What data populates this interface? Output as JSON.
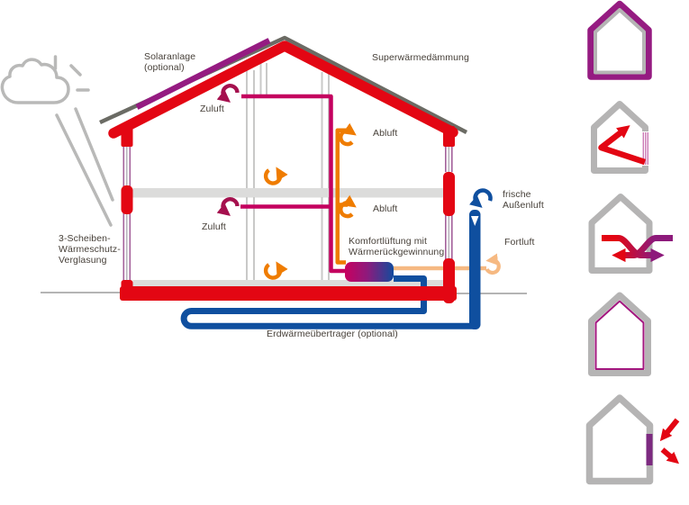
{
  "diagram": {
    "title_labels": {
      "solar": "Solaranlage\n(optional)",
      "insulation": "Superwärmedämmung",
      "supply_upper": "Zuluft",
      "extract_upper": "Abluft",
      "supply_lower": "Zuluft",
      "extract_lower": "Abluft",
      "ventilation_unit": "Komfortlüftung mit\nWärmerückgewinnung",
      "fresh_air": "frische\nAußenluft",
      "exhaust_air": "Fortluft",
      "glazing": "3-Scheiben-\nWärmeschutz-\nVerglasung",
      "ground_hx": "Erdwärmeübertrager (optional)"
    },
    "colors": {
      "insulation_red": "#e30613",
      "supply_air_magenta": "#c4005f",
      "supply_arrow_crimson": "#a5104e",
      "extract_air_orange": "#ef7c00",
      "exhaust_air_peach": "#f6b982",
      "fresh_air_blue": "#0f4f9f",
      "solar_purple": "#951b81",
      "roof_ridge_gray": "#6b6b64",
      "structure_gray": "#b5b4b4",
      "slab_gray": "#dcdcdb",
      "label_text": "#474039"
    },
    "icon_names": [
      "house-envelope-icon",
      "solar-gain-window-icon",
      "heat-recovery-exchange-icon",
      "airtight-envelope-icon",
      "triple-glazing-reflection-icon"
    ]
  }
}
